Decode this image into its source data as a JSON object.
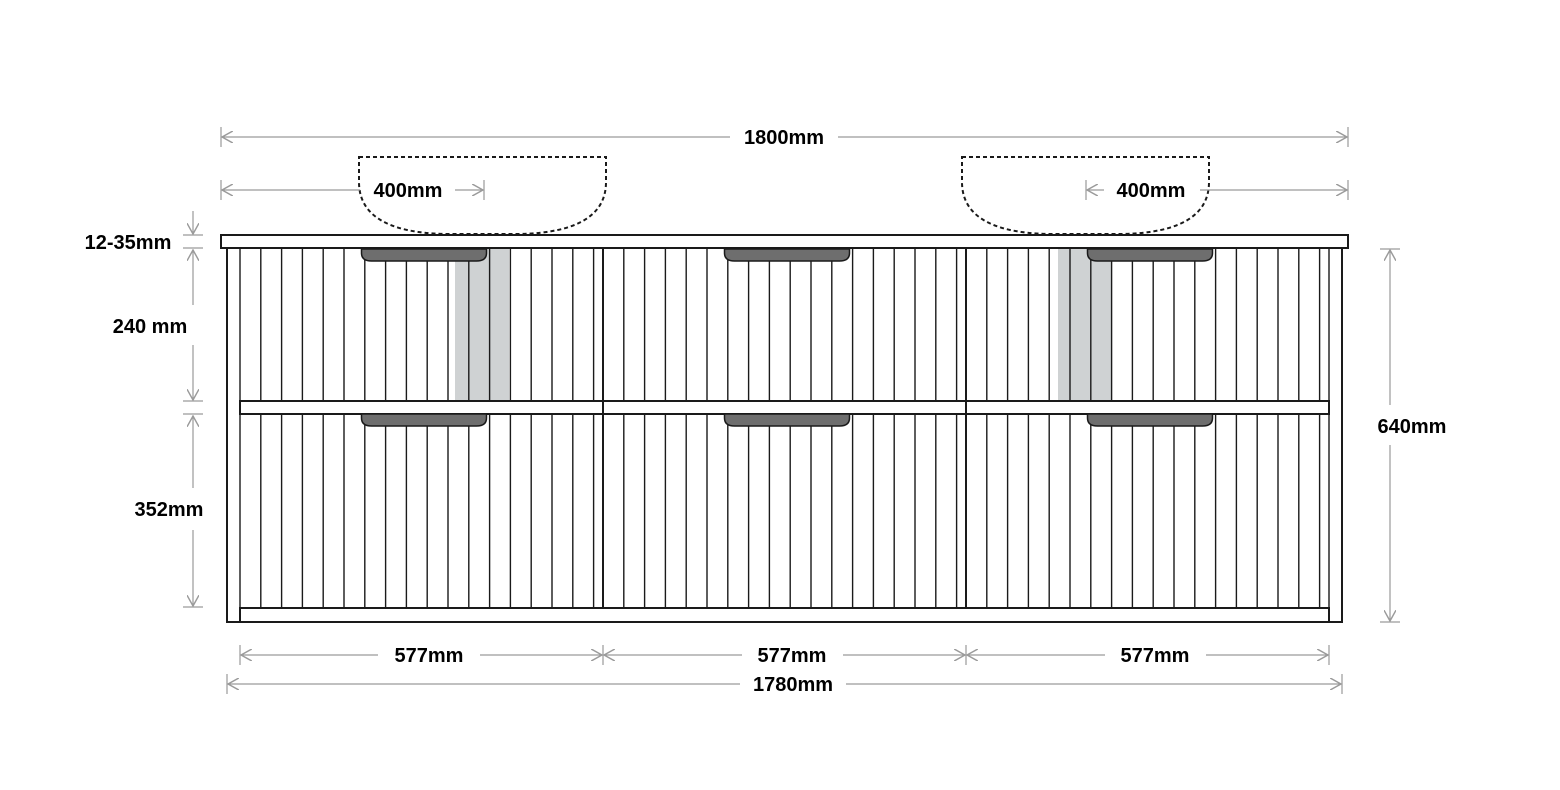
{
  "dimensions": {
    "top_width": "1800mm",
    "left_basin_offset": "400mm",
    "right_basin_offset": "400mm",
    "top_thickness": "12-35mm",
    "top_drawer_height": "240 mm",
    "bottom_drawer_height": "352mm",
    "total_height": "640mm",
    "drawer_width_1": "577mm",
    "drawer_width_2": "577mm",
    "drawer_width_3": "577mm",
    "body_width": "1780mm"
  },
  "colors": {
    "outline": "#1a1a1a",
    "dimension_line": "#9a9a9a",
    "handle": "#6e6e6e",
    "waste_shadow": "#cfd2d3"
  }
}
